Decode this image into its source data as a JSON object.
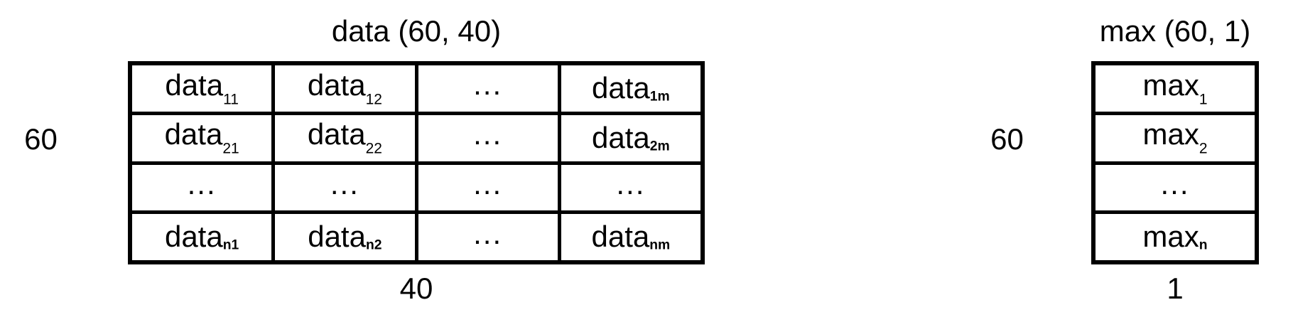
{
  "canvas": {
    "background": "#ffffff",
    "ink": "#000000"
  },
  "left_matrix": {
    "title": "data (60, 40)",
    "row_dim_label": "60",
    "col_dim_label": "40",
    "rows": [
      {
        "cells": [
          {
            "base": "data",
            "sub": "11"
          },
          {
            "base": "data",
            "sub": "12"
          },
          {
            "base": "...",
            "sub": ""
          },
          {
            "base": "data",
            "sub": "1m"
          }
        ]
      },
      {
        "cells": [
          {
            "base": "data",
            "sub": "21"
          },
          {
            "base": "data",
            "sub": "22"
          },
          {
            "base": "...",
            "sub": ""
          },
          {
            "base": "data",
            "sub": "2m"
          }
        ]
      },
      {
        "cells": [
          {
            "base": "...",
            "sub": ""
          },
          {
            "base": "...",
            "sub": ""
          },
          {
            "base": "...",
            "sub": ""
          },
          {
            "base": "...",
            "sub": ""
          }
        ]
      },
      {
        "cells": [
          {
            "base": "data",
            "sub": "n1"
          },
          {
            "base": "data",
            "sub": "n2"
          },
          {
            "base": "...",
            "sub": ""
          },
          {
            "base": "data",
            "sub": "nm"
          }
        ]
      }
    ]
  },
  "right_matrix": {
    "title": "max (60, 1)",
    "row_dim_label": "60",
    "col_dim_label": "1",
    "rows": [
      {
        "cells": [
          {
            "base": "max",
            "sub": "1"
          }
        ]
      },
      {
        "cells": [
          {
            "base": "max",
            "sub": "2"
          }
        ]
      },
      {
        "cells": [
          {
            "base": "...",
            "sub": ""
          }
        ]
      },
      {
        "cells": [
          {
            "base": "max",
            "sub": "n"
          }
        ]
      }
    ]
  }
}
